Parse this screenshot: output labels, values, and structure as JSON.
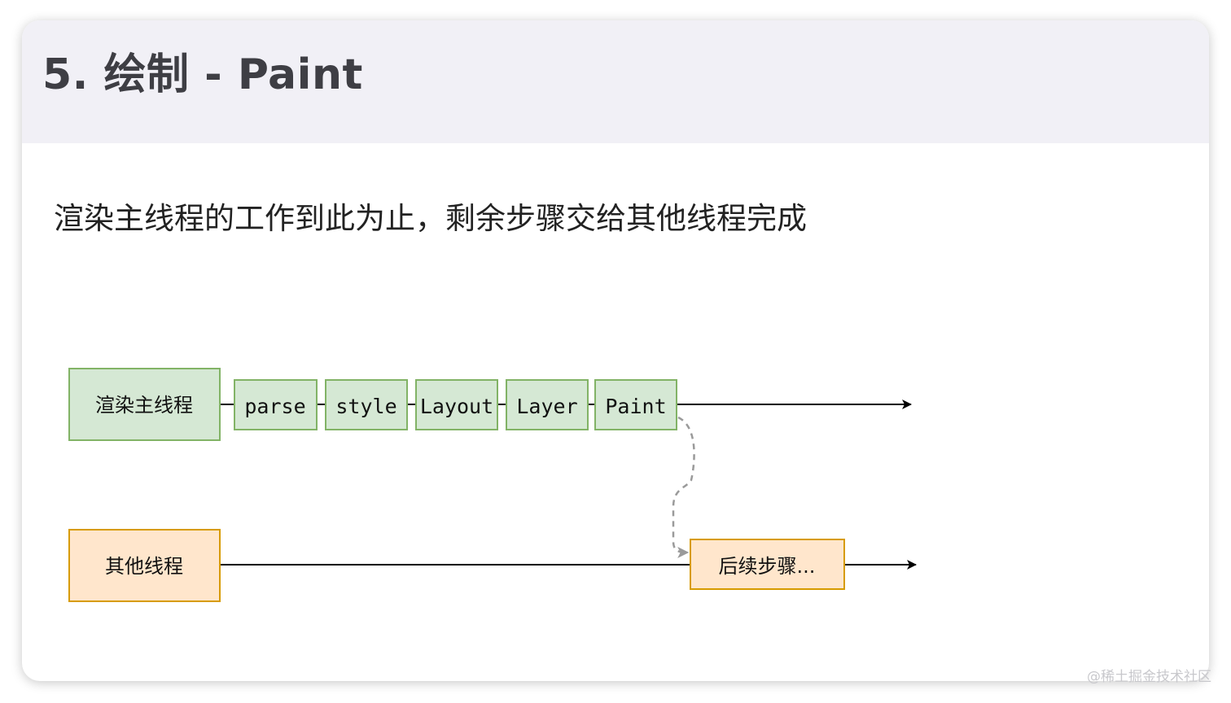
{
  "slide": {
    "title": "5. 绘制 - Paint",
    "subtitle": "渲染主线程的工作到此为止，剩余步骤交给其他线程完成"
  },
  "diagram": {
    "main_thread_label": "渲染主线程",
    "steps": [
      "parse",
      "style",
      "Layout",
      "Layer",
      "Paint"
    ],
    "other_thread_label": "其他线程",
    "next_step_label": "后续步骤...",
    "colors": {
      "green_fill": "#d5e8d4",
      "green_stroke": "#82b366",
      "orange_fill": "#ffe6cc",
      "orange_stroke": "#d79b00",
      "arrow": "#000000",
      "dashed": "#9a9a9a"
    }
  },
  "watermark": "@稀土掘金技术社区"
}
